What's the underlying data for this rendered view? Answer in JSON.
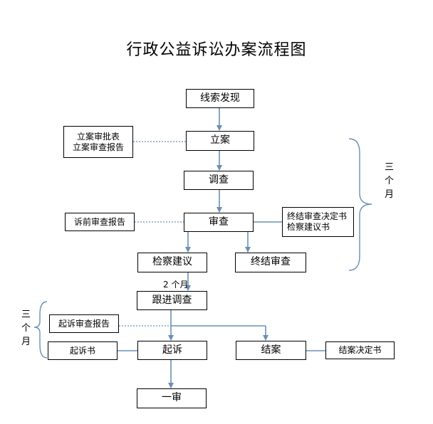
{
  "title": "行政公益诉讼办案流程图",
  "nodes": {
    "clue": "线索发现",
    "filing": "立案",
    "investigation": "调查",
    "review": "审查",
    "procuratorial_suggestion": "检察建议",
    "termination_review": "终结审查",
    "follow_up": "跟进调查",
    "prosecution": "起诉",
    "case_closed": "结案",
    "first_instance": "一审"
  },
  "documents": {
    "filing_docs": [
      "立案审批表",
      "立案审查报告"
    ],
    "pre_litigation_report": "诉前审查报告",
    "termination_docs": [
      "终结审查决定书",
      "检察建议书"
    ],
    "prosecution_review_report": "起诉审查报告",
    "indictment": "起诉书",
    "case_closing_decision": "结案决定书"
  },
  "annotations": {
    "three_months_right": [
      "三",
      "个",
      "月"
    ],
    "two_months": "2 个月",
    "three_months_left": [
      "三",
      "个",
      "月"
    ]
  }
}
